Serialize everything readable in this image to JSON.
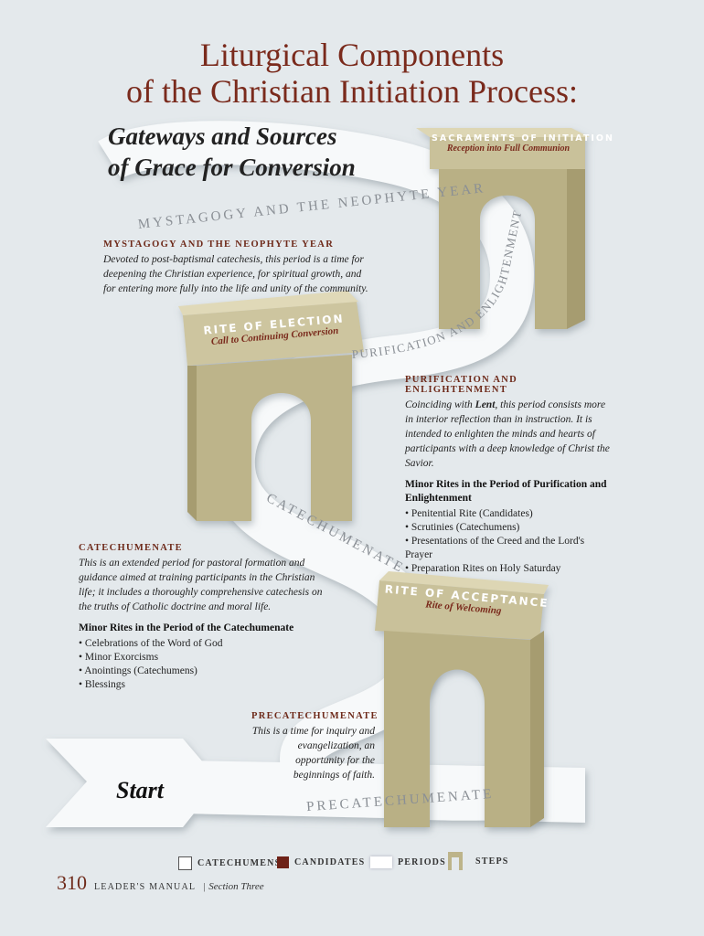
{
  "title": {
    "line1": "Liturgical Components",
    "line2": "of the Christian Initiation Process:"
  },
  "subtitle": {
    "line1": "Gateways and Sources",
    "line2": "of Grace for Conversion"
  },
  "steps": [
    {
      "title": "SACRAMENTS OF INITIATION",
      "subtitle": "Reception into Full Communion"
    },
    {
      "title": "RITE OF ELECTION",
      "subtitle": "Call to Continuing Conversion"
    },
    {
      "title": "RITE OF ACCEPTANCE",
      "subtitle": "Rite of Welcoming"
    }
  ],
  "bands": {
    "mystagogy": "MYSTAGOGY AND THE NEOPHYTE YEAR",
    "purification": "PURIFICATION AND ENLIGHTENMENT",
    "catechumenate": "CATECHUMENATE",
    "precatechumenate": "PRECATECHUMENATE",
    "start": "Start"
  },
  "periods": {
    "mystagogy": {
      "heading": "MYSTAGOGY AND THE NEOPHYTE YEAR",
      "description": "Devoted to post-baptismal catechesis, this period is a time for deepening the Christian experience, for spiritual growth, and for entering more fully into the life and unity of the community."
    },
    "purification": {
      "heading": "PURIFICATION AND ENLIGHTENMENT",
      "desc_before": "Coinciding with ",
      "desc_bold": "Lent",
      "desc_after": ", this period consists more in interior reflection than in instruction. It is intended to enlighten the minds and hearts of participants with a deep knowledge of Christ the Savior.",
      "minor_heading": "Minor Rites in the Period of Purification and Enlightenment",
      "minor_rites": [
        "Penitential Rite (Candidates)",
        "Scrutinies (Catechumens)",
        "Presentations of the Creed and the Lord's Prayer",
        "Preparation Rites on Holy Saturday"
      ]
    },
    "catechumenate": {
      "heading": "CATECHUMENATE",
      "description": "This is an extended period for pastoral formation and guidance aimed at training participants in the Christian life; it includes a thoroughly comprehensive catechesis on the truths of Catholic doctrine and moral life.",
      "minor_heading": "Minor Rites in the Period of the Catechumenate",
      "minor_rites": [
        "Celebrations of the Word of God",
        "Minor Exorcisms",
        "Anointings (Catechumens)",
        "Blessings"
      ]
    },
    "precatechumenate": {
      "heading": "PRECATECHUMENATE",
      "description": "This is a time for inquiry and evangelization, an opportunity for the beginnings of faith."
    }
  },
  "legend": [
    {
      "label": "CATECHUMENS",
      "color": "#ffffff"
    },
    {
      "label": "CANDIDATES",
      "color": "#6e2218"
    },
    {
      "label": "PERIODS",
      "color": "#ffffff"
    },
    {
      "label": "STEPS",
      "color": "#bdb48a"
    }
  ],
  "footer": {
    "page_number": "310",
    "manual": "LEADER'S MANUAL",
    "separator": "|",
    "section": "Section Three"
  }
}
